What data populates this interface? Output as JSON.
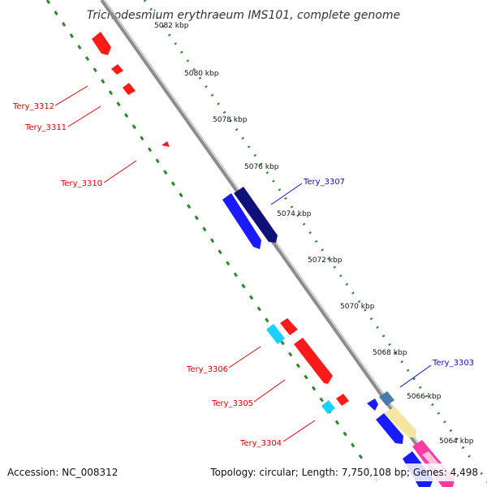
{
  "title": "Trichodesmium erythraeum IMS101, complete genome",
  "accession": "Accession: NC_008312",
  "summary": "Topology: circular; Length: 7,750,108 bp; Genes: 4,498",
  "ticks": [
    "5082 kbp",
    "5080 kbp",
    "5078 kbp",
    "5076 kbp",
    "5074 kbp",
    "5072 kbp",
    "5070 kbp",
    "5068 kbp",
    "5066 kbp",
    "5064 kbp"
  ],
  "gene_labels": [
    {
      "text": "Tery_3312",
      "color": "#e00000"
    },
    {
      "text": "Tery_3311",
      "color": "#e00000"
    },
    {
      "text": "Tery_3310",
      "color": "#e00000"
    },
    {
      "text": "Tery_3307",
      "color": "#1010c0"
    },
    {
      "text": "Tery_3306",
      "color": "#e00000"
    },
    {
      "text": "Tery_3305",
      "color": "#e00000"
    },
    {
      "text": "Tery_3304",
      "color": "#e00000"
    },
    {
      "text": "Tery_3303",
      "color": "#1010c0"
    }
  ],
  "colors": {
    "backbone": "#8c8c8c",
    "dotted_ring": "#2a8a2a",
    "red_gene": "#ff1a1a",
    "blue_gene": "#1a1aff",
    "navy_gene": "#10107a",
    "cyan_gene": "#1ad0ff",
    "steel_gene": "#4a7aa8",
    "pale_yellow_gene": "#f2e6a0",
    "pink_gene": "#ff3aa0"
  }
}
